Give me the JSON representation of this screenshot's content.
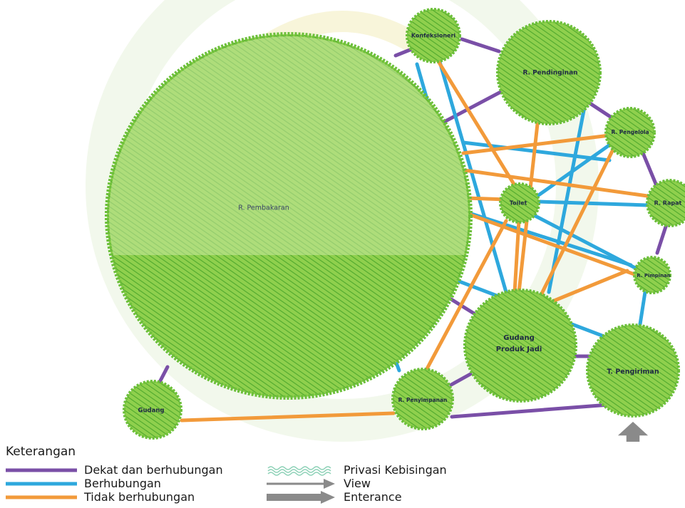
{
  "colors": {
    "dekat": "#7a4fa7",
    "berhubungan": "#2ea8dd",
    "tidak": "#f29a3a",
    "node_fill": "#8ccf49",
    "node_light": "#c4e58f",
    "hatch": "#4faa2c",
    "arrow": "#8a8a8a"
  },
  "nodes": {
    "pembakaran": "R. Pembakaran",
    "konfeksioneri": "Konfeksioneri",
    "pendinginan": "R. Pendinginan",
    "pengelola": "R. Pengelola",
    "toilet": "Toilet",
    "rapat": "R. Rapat",
    "pimpinan": "R. Pimpinan",
    "gudang_produk_jadi_line1": "Gudang",
    "gudang_produk_jadi_line2": "Produk Jadi",
    "pengiriman": "T. Pengiriman",
    "penyimpanan": "R. Penyimpanan",
    "gudang": "Gudang"
  },
  "legend": {
    "title": "Keterangan",
    "dekat": "Dekat dan berhubungan",
    "berhubungan": "Berhubungan",
    "tidak": "Tidak berhubungan",
    "privasi": "Privasi Kebisingan",
    "view": "View",
    "entrance": "Enterance"
  }
}
